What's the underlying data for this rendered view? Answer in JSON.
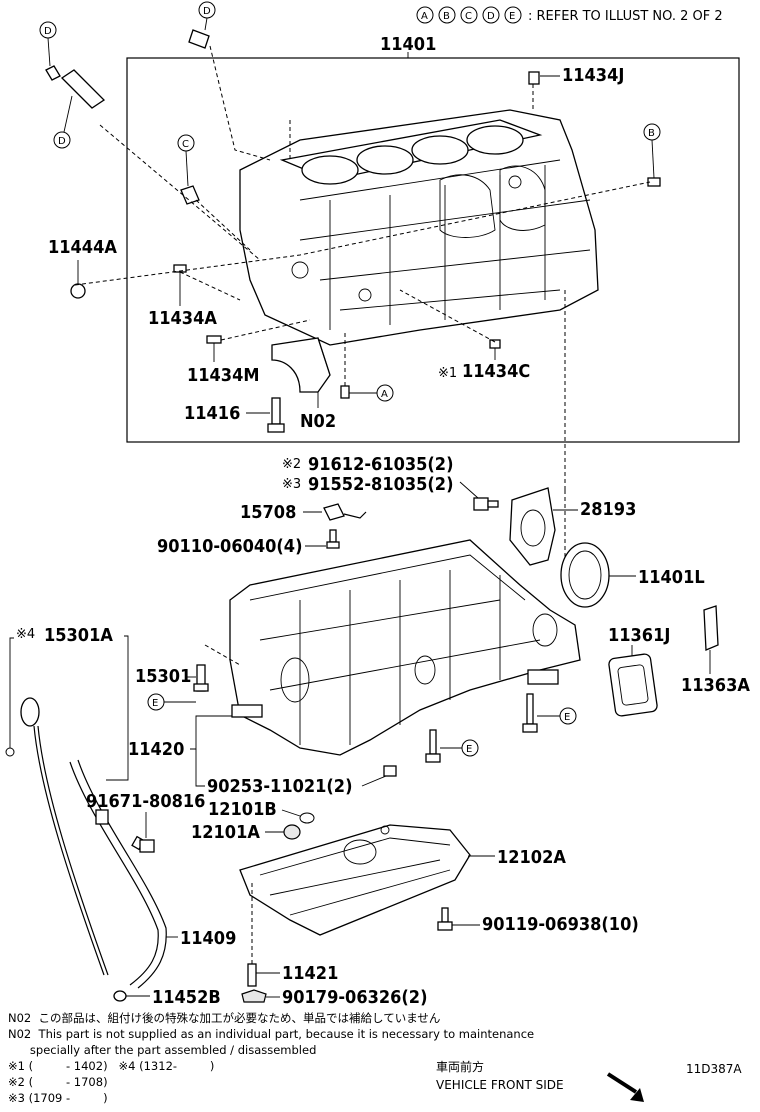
{
  "header": {
    "circled_letters": [
      "A",
      "B",
      "C",
      "D",
      "E"
    ],
    "refer_text": ": REFER TO ILLUST NO. 2 OF 2"
  },
  "parts": {
    "block_assembly": "11401",
    "p11434J": "11434J",
    "p11444A": "11444A",
    "p11434A": "11434A",
    "p11434M": "11434M",
    "p11434C": "11434C",
    "mark_11434C": "※1",
    "p11416": "11416",
    "pN02": "N02",
    "bolt_2": "91612-61035(2)",
    "mark_bolt_2": "※2",
    "bolt_3": "91552-81035(2)",
    "mark_bolt_3": "※3",
    "p28193": "28193",
    "p15708": "15708",
    "p90110": "90110-06040(4)",
    "p11401L": "11401L",
    "p11361J": "11361J",
    "p11363A": "11363A",
    "p15301A": "15301A",
    "mark_15301A": "※4",
    "p15301": "15301",
    "p11420": "11420",
    "p90253": "90253-11021(2)",
    "p91671": "91671-80816",
    "p12101B": "12101B",
    "p12101A": "12101A",
    "p12102A": "12102A",
    "p90119": "90119-06938(10)",
    "p11409": "11409",
    "p11421": "11421",
    "p11452B": "11452B",
    "p90179": "90179-06326(2)"
  },
  "labels": {
    "D": "D",
    "C": "C",
    "B": "B",
    "A": "A",
    "E": "E"
  },
  "notes": {
    "line1": "N02  この部品は、組付け後の特殊な加工が必要なため、単品では補給していません",
    "line2": "N02  This part is not supplied as an individual part, because it is necessary to maintenance",
    "line3": "      specially after the part assembled / disassembled",
    "line4": "※1 (         - 1402)   ※4 (1312-         )",
    "line5": "※2 (         - 1708)",
    "line6": "※3 (1709 -         )"
  },
  "footer": {
    "vehicle_front_jp": "車両前方",
    "vehicle_front_en": "VEHICLE FRONT SIDE",
    "illustration_code": "11D387A"
  }
}
